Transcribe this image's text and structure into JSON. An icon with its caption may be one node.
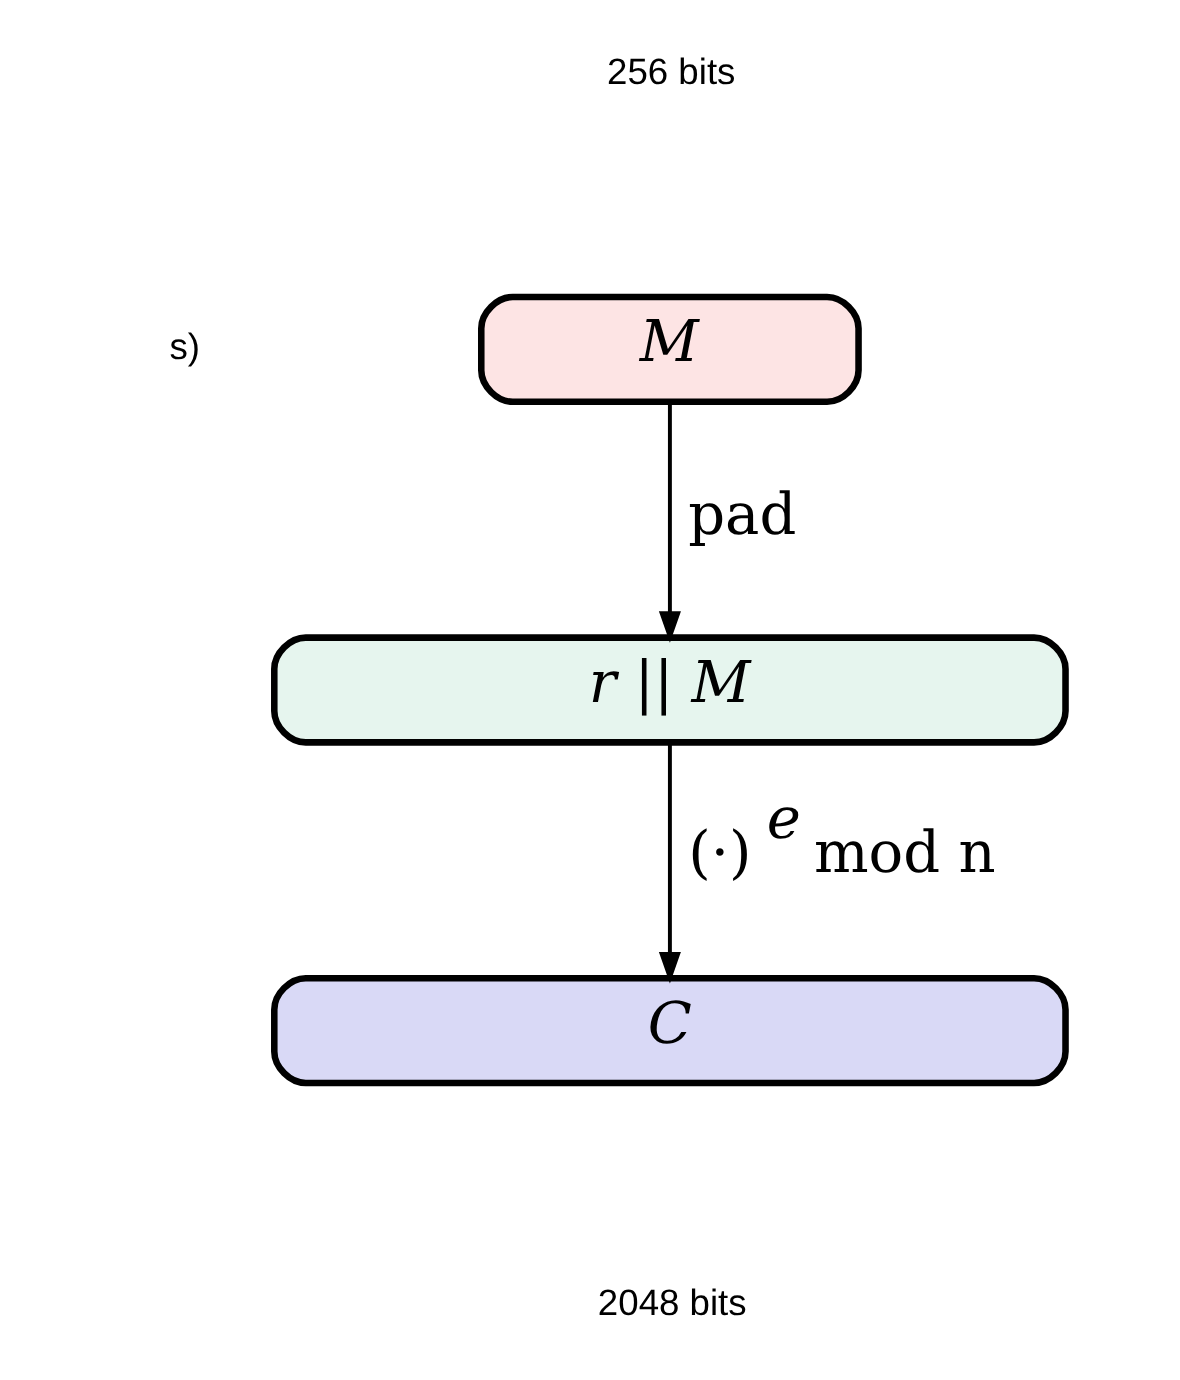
{
  "diagram": {
    "nodes": [
      {
        "text": [
          "M"
        ]
      },
      {
        "text": [
          "r || M"
        ]
      },
      {
        "text": [
          "C"
        ]
      }
    ],
    "edges": [
      {
        "from": 0,
        "to": 1,
        "arrow": "to",
        "label": "pad"
      },
      {
        "from": 1,
        "to": 2,
        "arrow": "to",
        "label": "(·)$^{e}$ mod n"
      }
    ],
    "labels": [
      "256 bits",
      "s)",
      "2048 bits"
    ]
  }
}
